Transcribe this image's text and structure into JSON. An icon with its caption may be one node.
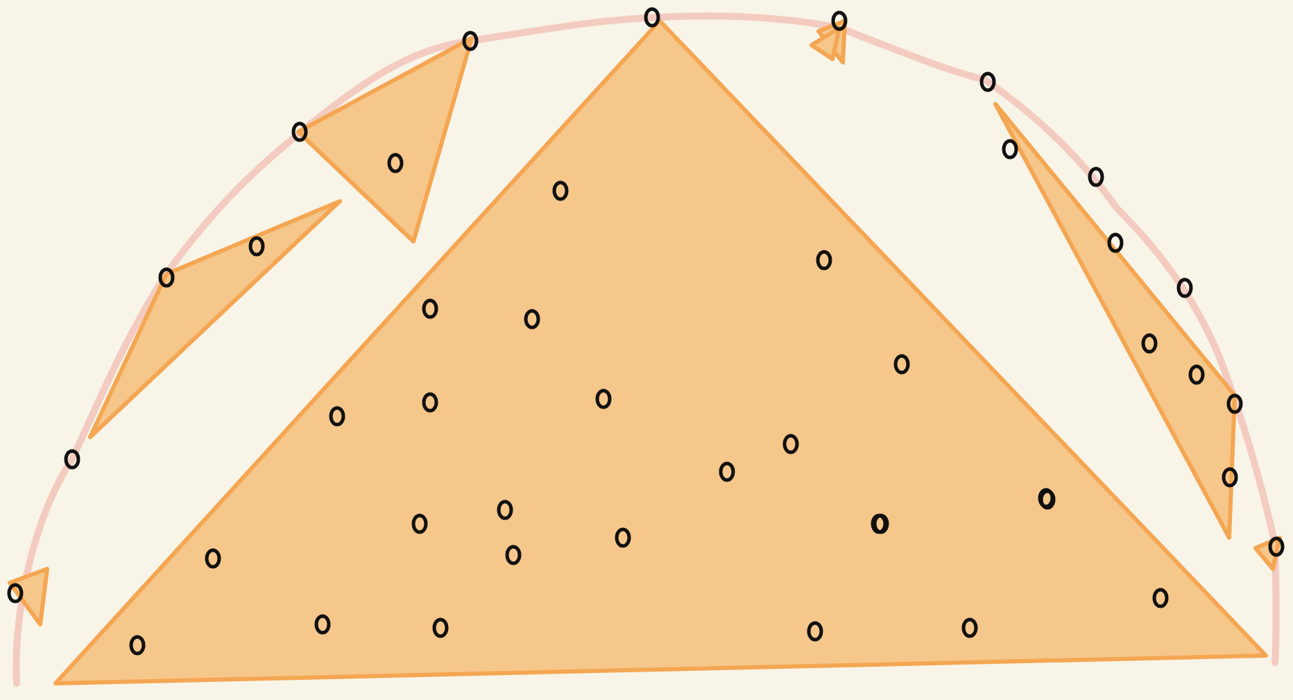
{
  "diagram": {
    "nodes": [
      {
        "text": [],
        "shape": "triangle"
      },
      {
        "text": [],
        "shape": "triangle"
      },
      {
        "text": [],
        "shape": "triangle"
      },
      {
        "text": [],
        "shape": "triangle"
      },
      {
        "text": [],
        "shape": "triangle"
      },
      {
        "text": [],
        "shape": "triangle"
      },
      {
        "text": [],
        "shape": "triangle"
      },
      {
        "text": [],
        "shape": "triangle"
      }
    ]
  }
}
